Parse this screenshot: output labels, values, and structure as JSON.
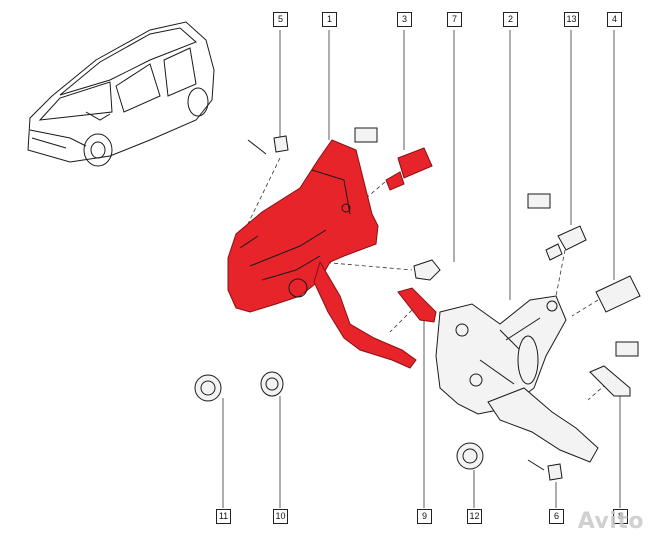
{
  "callouts": {
    "c1": "1",
    "c2": "2",
    "c3": "3",
    "c4": "4",
    "c5": "5",
    "c6": "6",
    "c7": "7",
    "c8": "8",
    "c9": "9",
    "c10": "10",
    "c11": "11",
    "c12": "12",
    "c13": "13"
  },
  "watermark": "Avito",
  "colors": {
    "highlight_red": "#e8242b",
    "line": "#1a1a1a",
    "leader": "#333333"
  }
}
